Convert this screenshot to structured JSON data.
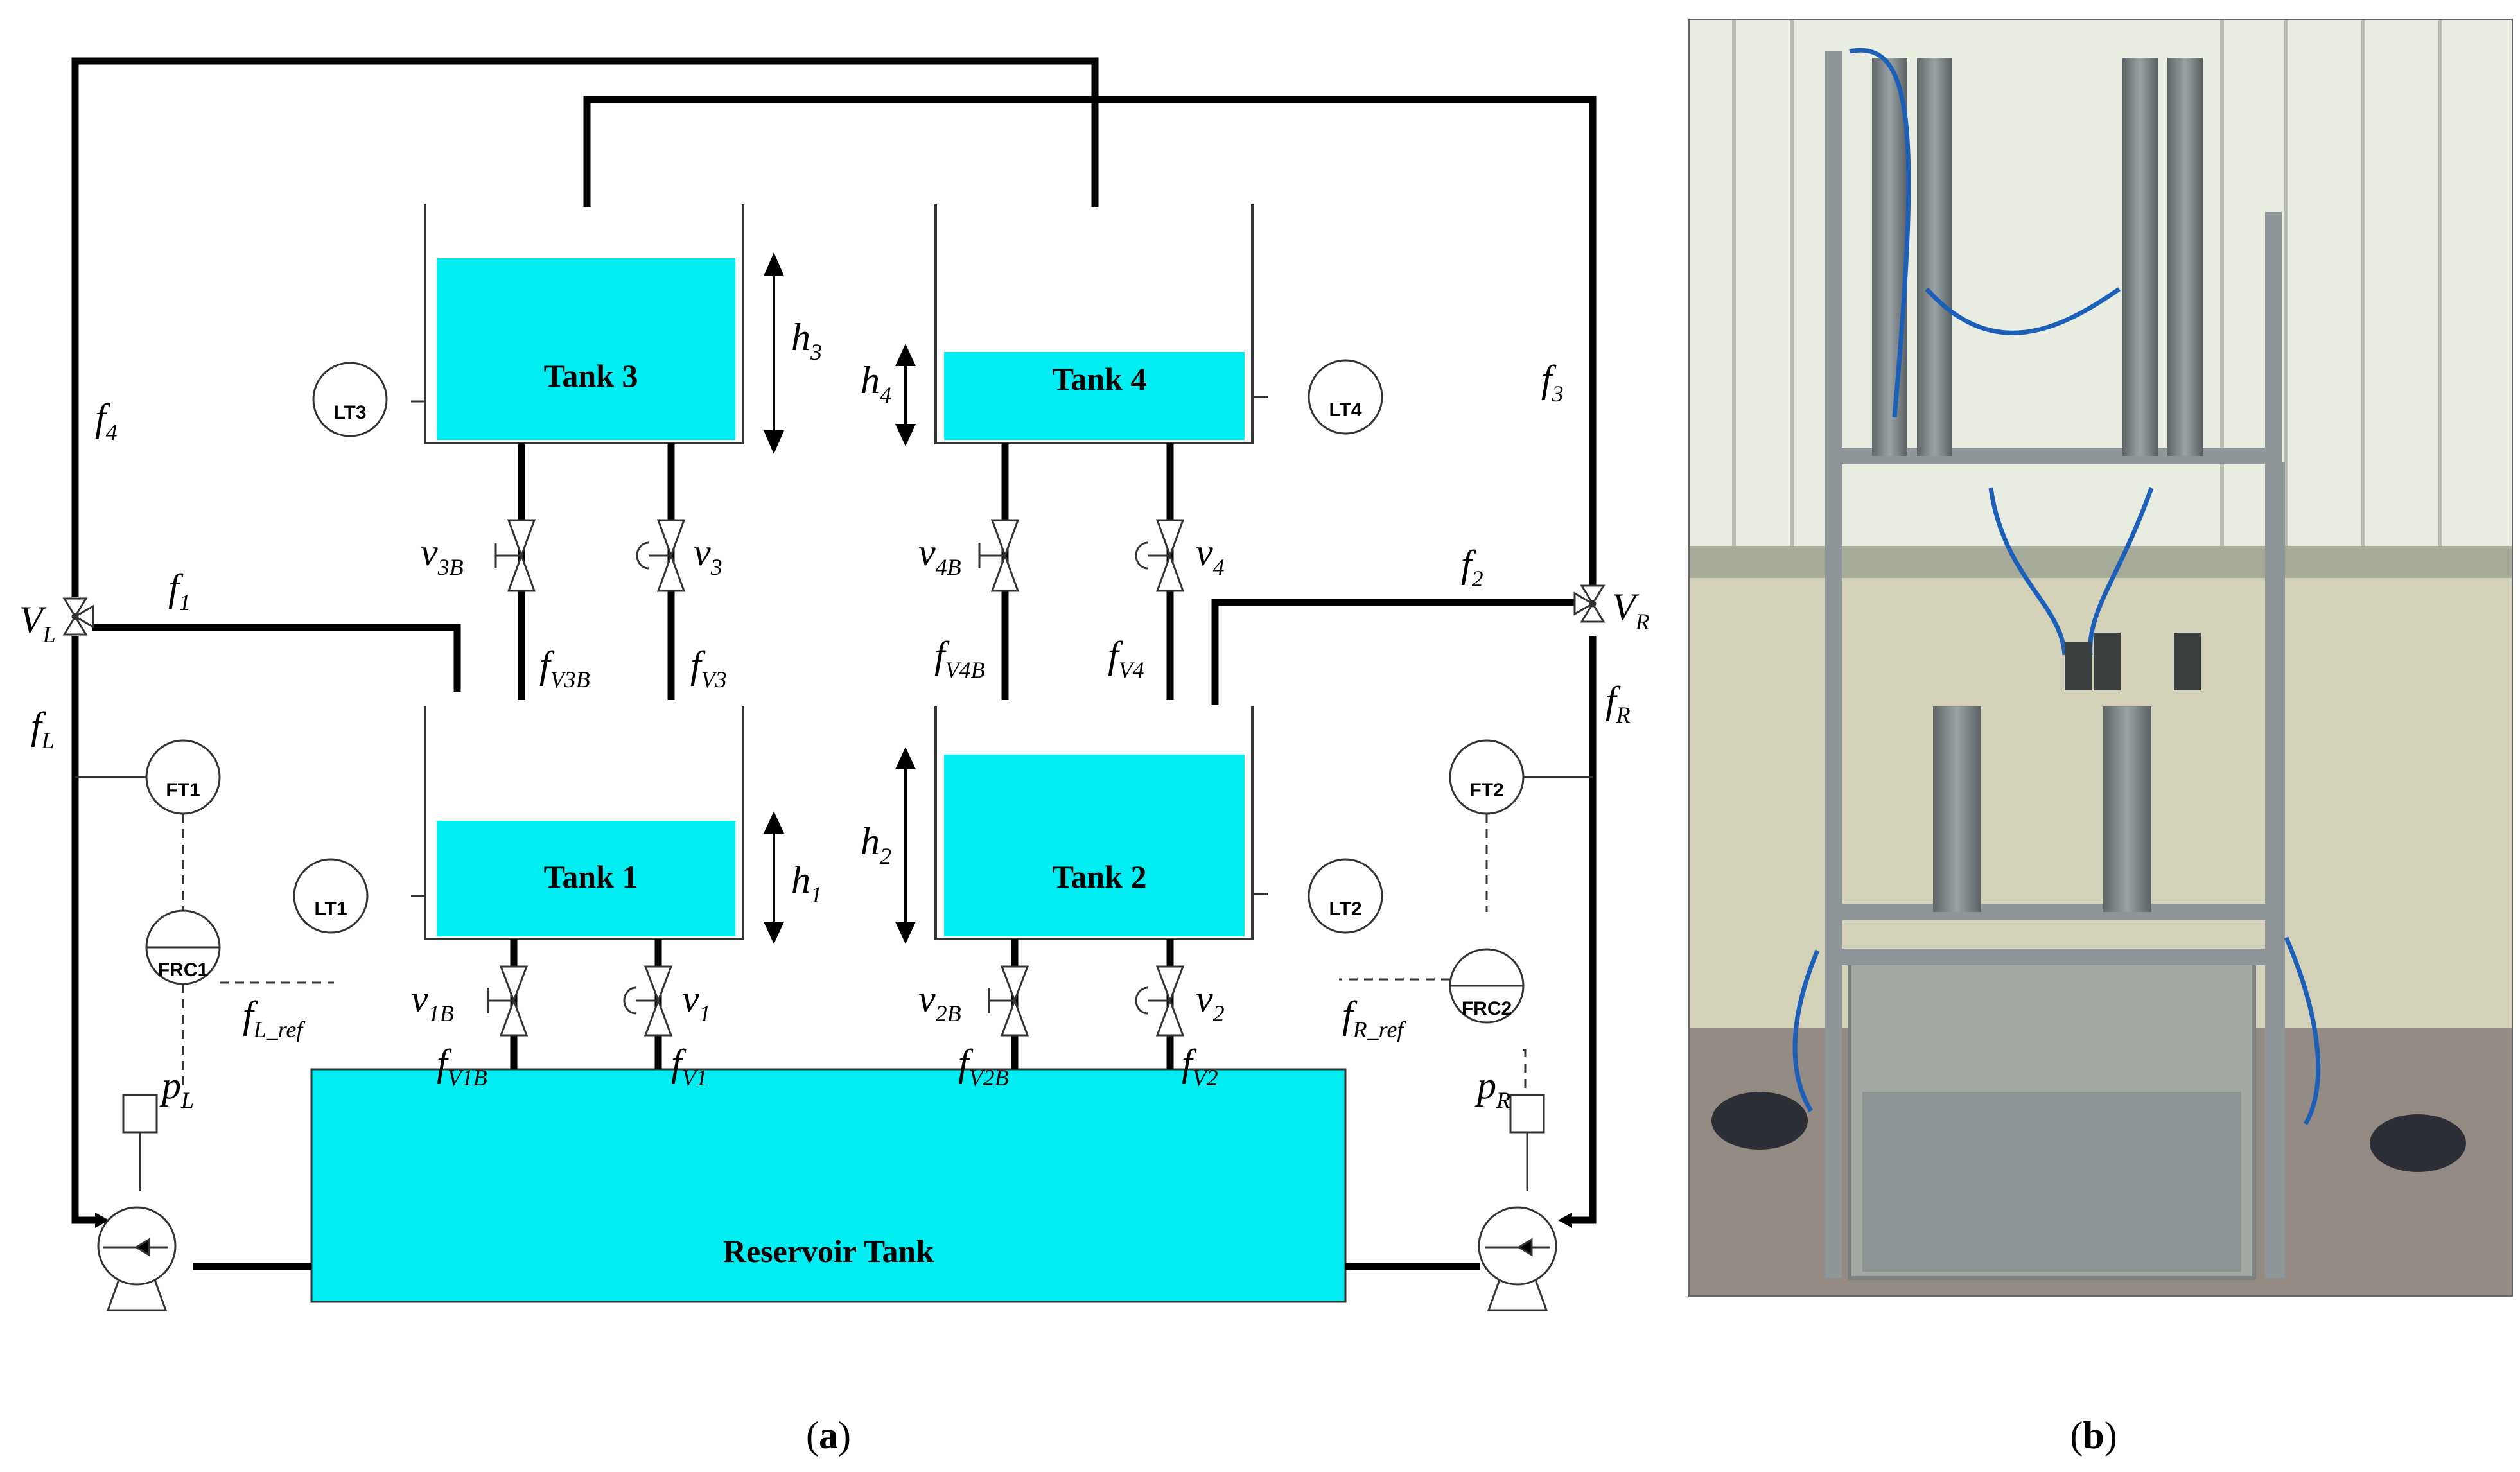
{
  "figure": {
    "panel_a_caption": {
      "open": "(",
      "letter": "a",
      "close": ")"
    },
    "panel_b_caption": {
      "open": "(",
      "letter": "b",
      "close": ")"
    }
  },
  "tanks": {
    "tank1": "Tank 1",
    "tank2": "Tank 2",
    "tank3": "Tank 3",
    "tank4": "Tank 4",
    "reservoir": "Reservoir Tank"
  },
  "sensors": {
    "lt1": "LT1",
    "lt2": "LT2",
    "lt3": "LT3",
    "lt4": "LT4",
    "ft1": "FT1",
    "ft2": "FT2",
    "frc1": "FRC1",
    "frc2": "FRC2"
  },
  "variables": {
    "h1": {
      "base": "h",
      "sub": "1"
    },
    "h2": {
      "base": "h",
      "sub": "2"
    },
    "h3": {
      "base": "h",
      "sub": "3"
    },
    "h4": {
      "base": "h",
      "sub": "4"
    },
    "v1": {
      "base": "v",
      "sub": "1"
    },
    "v1B": {
      "base": "v",
      "sub": "1B"
    },
    "v2": {
      "base": "v",
      "sub": "2"
    },
    "v2B": {
      "base": "v",
      "sub": "2B"
    },
    "v3": {
      "base": "v",
      "sub": "3"
    },
    "v3B": {
      "base": "v",
      "sub": "3B"
    },
    "v4": {
      "base": "v",
      "sub": "4"
    },
    "v4B": {
      "base": "v",
      "sub": "4B"
    },
    "fV1": {
      "base": "f",
      "sub": "V1"
    },
    "fV1B": {
      "base": "f",
      "sub": "V1B"
    },
    "fV2": {
      "base": "f",
      "sub": "V2"
    },
    "fV2B": {
      "base": "f",
      "sub": "V2B"
    },
    "fV3": {
      "base": "f",
      "sub": "V3"
    },
    "fV3B": {
      "base": "f",
      "sub": "V3B"
    },
    "fV4": {
      "base": "f",
      "sub": "V4"
    },
    "fV4B": {
      "base": "f",
      "sub": "V4B"
    },
    "f1": {
      "base": "f",
      "sub": "1"
    },
    "f2": {
      "base": "f",
      "sub": "2"
    },
    "f3": {
      "base": "f",
      "sub": "3"
    },
    "f4": {
      "base": "f",
      "sub": "4"
    },
    "fL": {
      "base": "f",
      "sub": "L"
    },
    "fR": {
      "base": "f",
      "sub": "R"
    },
    "fLref": {
      "base": "f",
      "sub": "L_ref"
    },
    "fRref": {
      "base": "f",
      "sub": "R_ref"
    },
    "pL": {
      "base": "p",
      "sub": "L"
    },
    "pR": {
      "base": "p",
      "sub": "R"
    },
    "VL": {
      "base": "V",
      "sub": "L"
    },
    "VR": {
      "base": "V",
      "sub": "R"
    }
  },
  "tank_levels": {
    "tank1": 0.46,
    "tank2": 0.81,
    "tank3": 0.79,
    "tank4": 0.37
  },
  "colors": {
    "water": "#00eef2",
    "line": "#000000",
    "vessel": "#333333",
    "wall": "#dcdccf",
    "frame": "#8f969a",
    "pipe": "#7f888d",
    "hose": "#1c5fb8",
    "floor": "#948a84"
  }
}
